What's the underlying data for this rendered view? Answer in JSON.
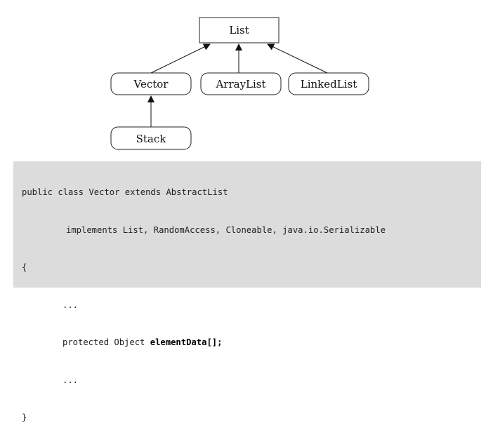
{
  "diagram": {
    "nodes": {
      "list": "List",
      "vector": "Vector",
      "arraylist": "ArrayList",
      "linkedlist": "LinkedList",
      "stack": "Stack"
    }
  },
  "code": {
    "line1": "public class Vector extends AbstractList",
    "line2": "implements List, RandomAccess, Cloneable, java.io.Serializable",
    "line3": "{",
    "line4": "...",
    "line5_prefix": "protected Object ",
    "line5_bold": "elementData[];",
    "line6": "...",
    "line7": "}"
  }
}
